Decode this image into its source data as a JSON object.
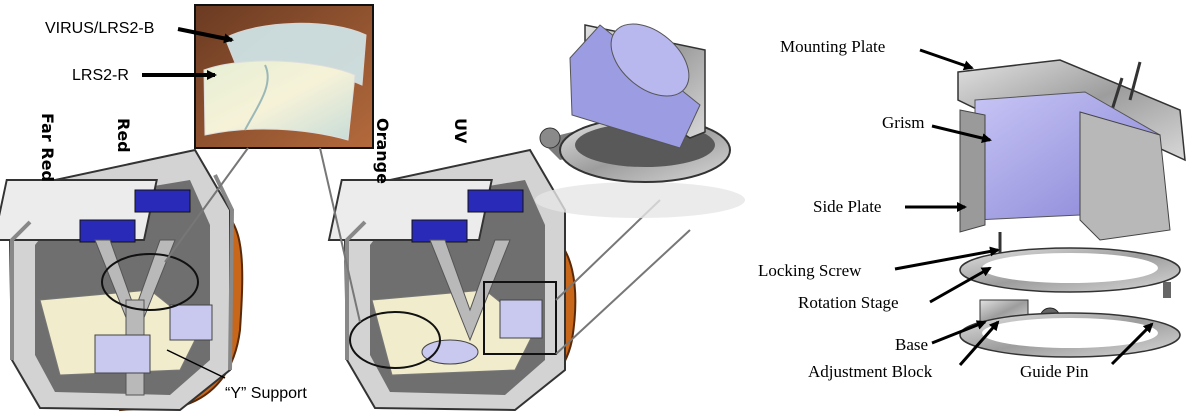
{
  "left_panel": {
    "inset_labels": [
      "VIRUS/LRS2-B",
      "LRS2-R"
    ],
    "channel_labels": [
      "Far Red",
      "Red",
      "Orange",
      "UV"
    ],
    "support_label": "“Y” Support"
  },
  "right_panel": {
    "part_labels": {
      "mounting_plate": "Mounting Plate",
      "grism": "Grism",
      "side_plate": "Side Plate",
      "locking_screw": "Locking Screw",
      "rotation_stage": "Rotation Stage",
      "base": "Base",
      "adjustment_block": "Adjustment Block",
      "guide_pin": "Guide Pin"
    }
  },
  "colors": {
    "grism_purple": "#a9a6e8",
    "bench_orange": "#c8661a",
    "metal_gray": "#a8a8a8",
    "deep_blue": "#2a2ab8"
  }
}
